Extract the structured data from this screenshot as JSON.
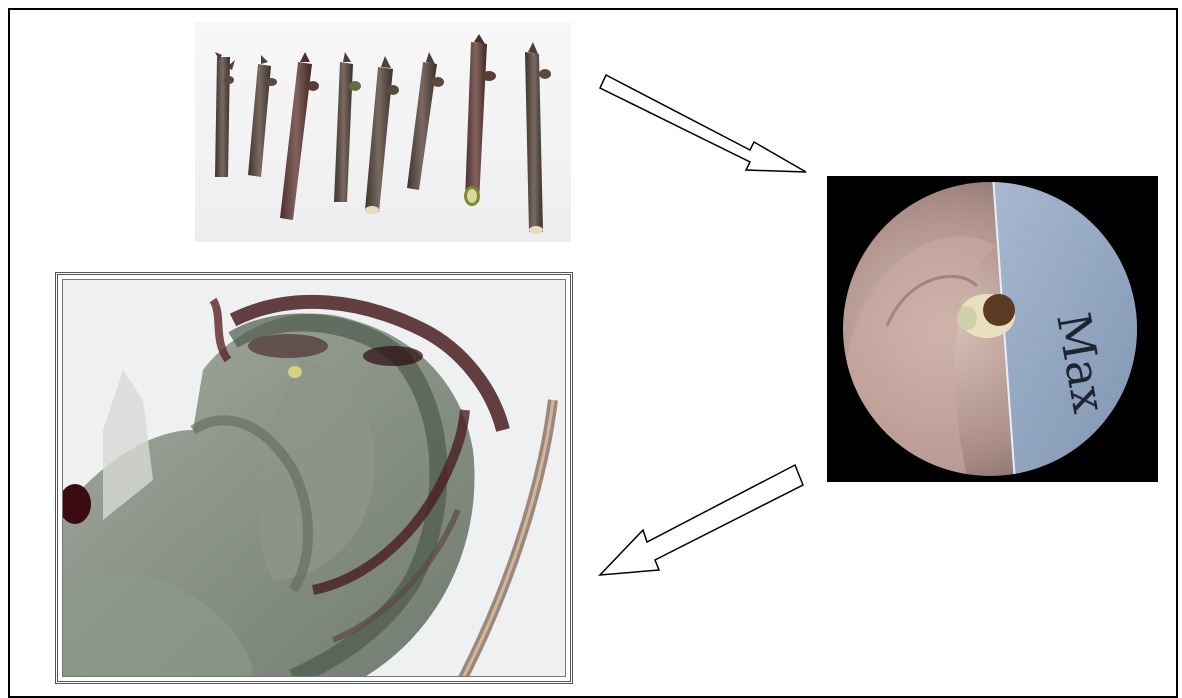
{
  "figure": {
    "panels": [
      {
        "id": "dormant-buds-cuttings",
        "icon": "twig-cuttings-photo"
      },
      {
        "id": "bud-dissection-scope",
        "icon": "microscope-view-photo",
        "blade_text": "Max"
      },
      {
        "id": "bud-longitudinal-section",
        "icon": "micrograph-photo"
      }
    ],
    "arrows": [
      {
        "id": "arrow-1",
        "direction": "down-right",
        "icon": "outline-arrow-icon"
      },
      {
        "id": "arrow-2",
        "direction": "down-left",
        "icon": "outline-arrow-icon"
      }
    ],
    "colors": {
      "border": "#000000",
      "photo_bg": "#f2f2f4",
      "scope_bg": "#000000",
      "blade": "#8fa3bd",
      "bark": "#5a4a44"
    }
  }
}
